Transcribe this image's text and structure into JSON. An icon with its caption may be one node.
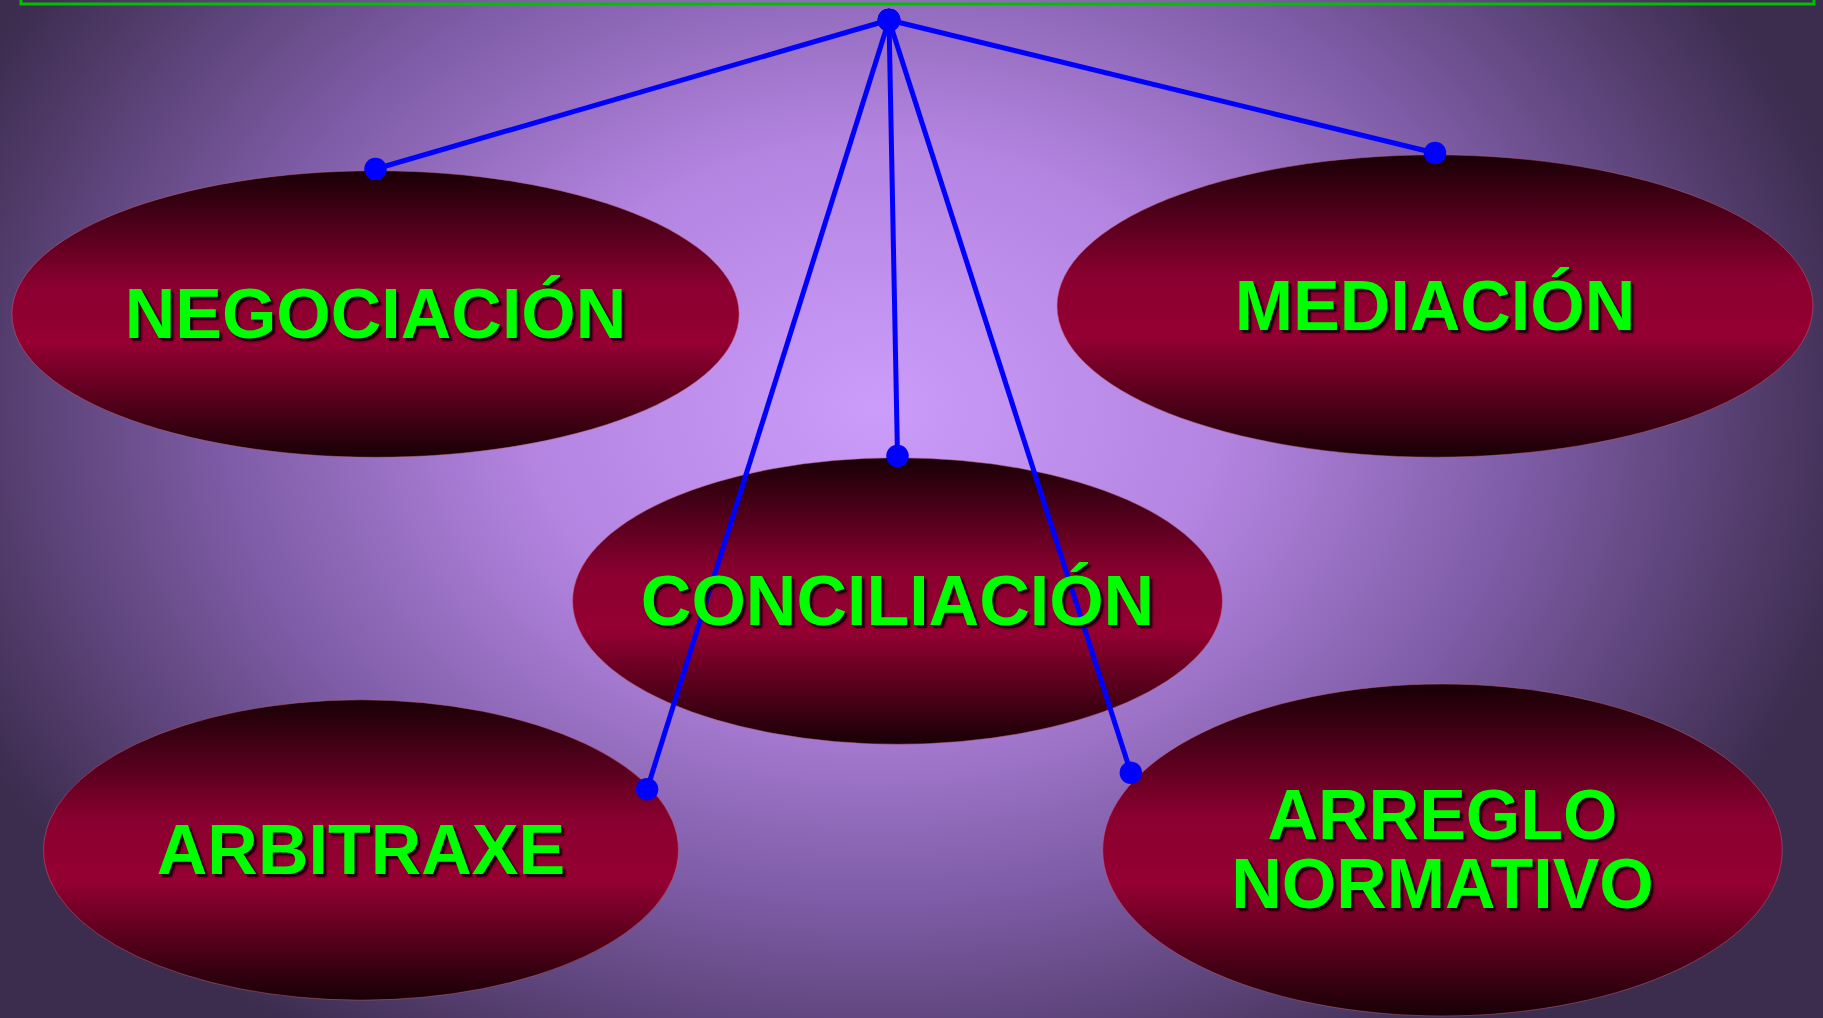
{
  "diagram": {
    "nodes": [
      {
        "text": [
          "NEGOCIACIÓN"
        ]
      },
      {
        "text": [
          "MEDIACIÓN"
        ]
      },
      {
        "text": [
          "CONCILIACIÓN"
        ]
      },
      {
        "text": [
          "ARBITRAXE"
        ]
      },
      {
        "text": [
          "ARREGLO NORMATIVO"
        ]
      }
    ],
    "edges": [
      {
        "from": null,
        "to": 0,
        "arrow": "other"
      },
      {
        "from": null,
        "to": 1,
        "arrow": "other"
      },
      {
        "from": null,
        "to": 2,
        "arrow": "other"
      },
      {
        "from": null,
        "to": 3,
        "arrow": "other"
      },
      {
        "from": null,
        "to": 4,
        "arrow": "other"
      }
    ]
  }
}
